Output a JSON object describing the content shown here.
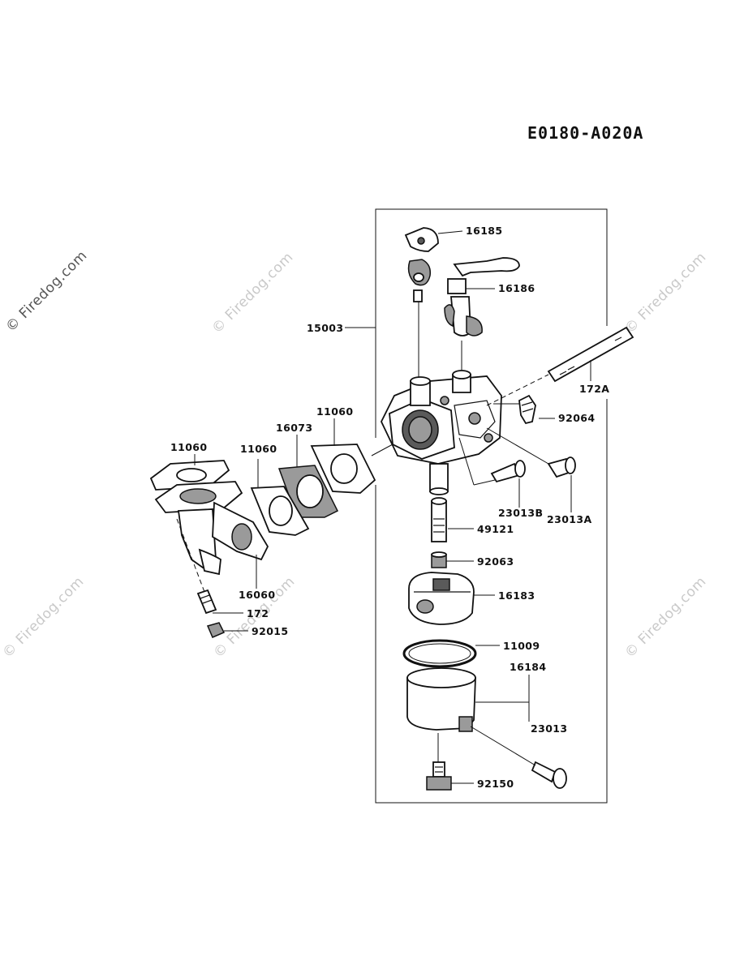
{
  "diagram_code": "E0180-A020A",
  "watermark": "© Firedog.com",
  "part_labels": {
    "p16185": "16185",
    "p16186": "16186",
    "p15003": "15003",
    "p172A": "172A",
    "p92064": "92064",
    "p23013A": "23013A",
    "p23013B": "23013B",
    "p49121": "49121",
    "p92063": "92063",
    "p16183": "16183",
    "p11009": "11009",
    "p16184": "16184",
    "p23013": "23013",
    "p92150": "92150",
    "p11060a": "11060",
    "p11060b": "11060",
    "p11060c": "11060",
    "p16073": "16073",
    "p16060": "16060",
    "p172": "172",
    "p92015": "92015"
  }
}
